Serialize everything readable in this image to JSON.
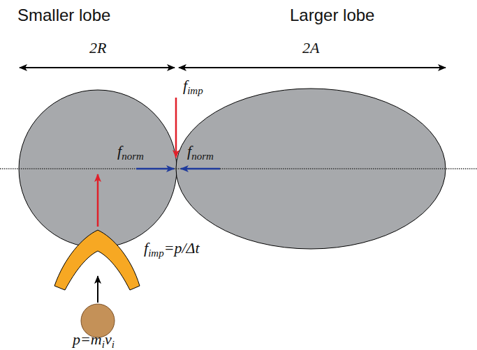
{
  "diagram": {
    "labels": [
      "Smaller lobe",
      "Larger lobe",
      "2R",
      "2A",
      "f",
      "imp",
      "f",
      "norm",
      "f",
      "norm",
      "f",
      "imp",
      "=p/Δt",
      "p=m",
      "i",
      "v",
      "i"
    ]
  }
}
